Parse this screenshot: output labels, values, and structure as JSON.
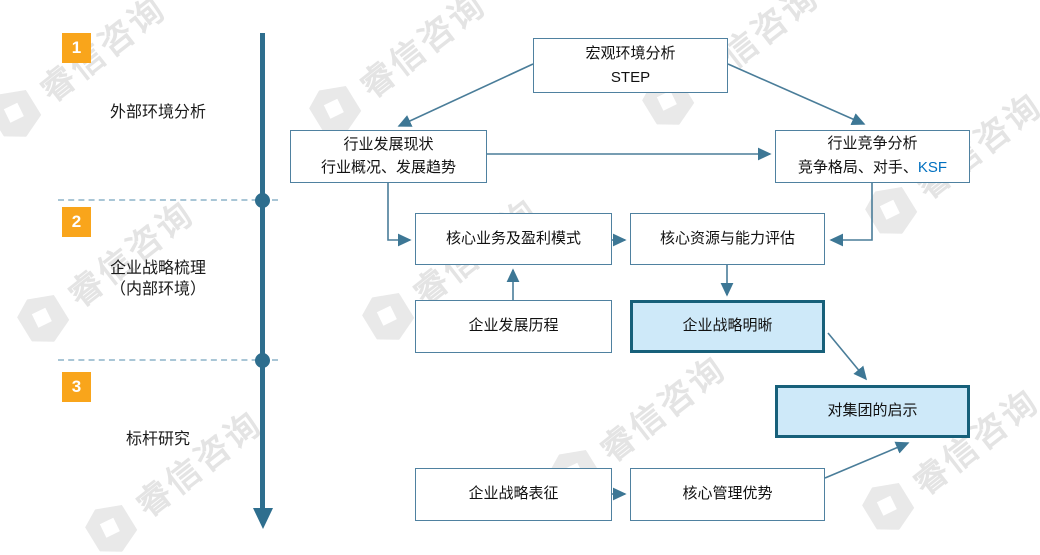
{
  "watermark": {
    "text": "睿信咨询"
  },
  "sidebar": {
    "sections": [
      {
        "number": "1",
        "label_line1": "外部环境分析"
      },
      {
        "number": "2",
        "label_line1": "企业战略梳理",
        "label_line2": "（内部环境）"
      },
      {
        "number": "3",
        "label_line1": "标杆研究"
      }
    ]
  },
  "flowchart": {
    "boxes": [
      {
        "name": "macro-analysis",
        "line1": "宏观环境分析",
        "line2": "STEP"
      },
      {
        "name": "industry-status",
        "line1": "行业发展现状",
        "line2": "行业概况、发展趋势"
      },
      {
        "name": "industry-competition",
        "line1": "行业竞争分析",
        "line2_prefix": "竞争格局、对手、",
        "line2_ksf": "KSF"
      },
      {
        "name": "core-business-profit-model",
        "line1": "核心业务及盈利模式"
      },
      {
        "name": "core-resources-capability",
        "line1": "核心资源与能力评估"
      },
      {
        "name": "enterprise-development-history",
        "line1": "企业发展历程"
      },
      {
        "name": "enterprise-strategy-clarity",
        "line1": "企业战略明晰"
      },
      {
        "name": "group-implications",
        "line1": "对集团的启示"
      },
      {
        "name": "enterprise-strategy-representation",
        "line1": "企业战略表征"
      },
      {
        "name": "core-management-advantages",
        "line1": "核心管理优势"
      }
    ]
  },
  "colors": {
    "accent_orange": "#F9A51B",
    "connector_teal": "#3D7795",
    "timeline_teal": "#2E6E8E",
    "highlight_fill": "#CEE9F9",
    "highlight_border": "#17607A",
    "ksf_blue": "#0070C0",
    "watermark_gray": "#E6E6E6"
  }
}
